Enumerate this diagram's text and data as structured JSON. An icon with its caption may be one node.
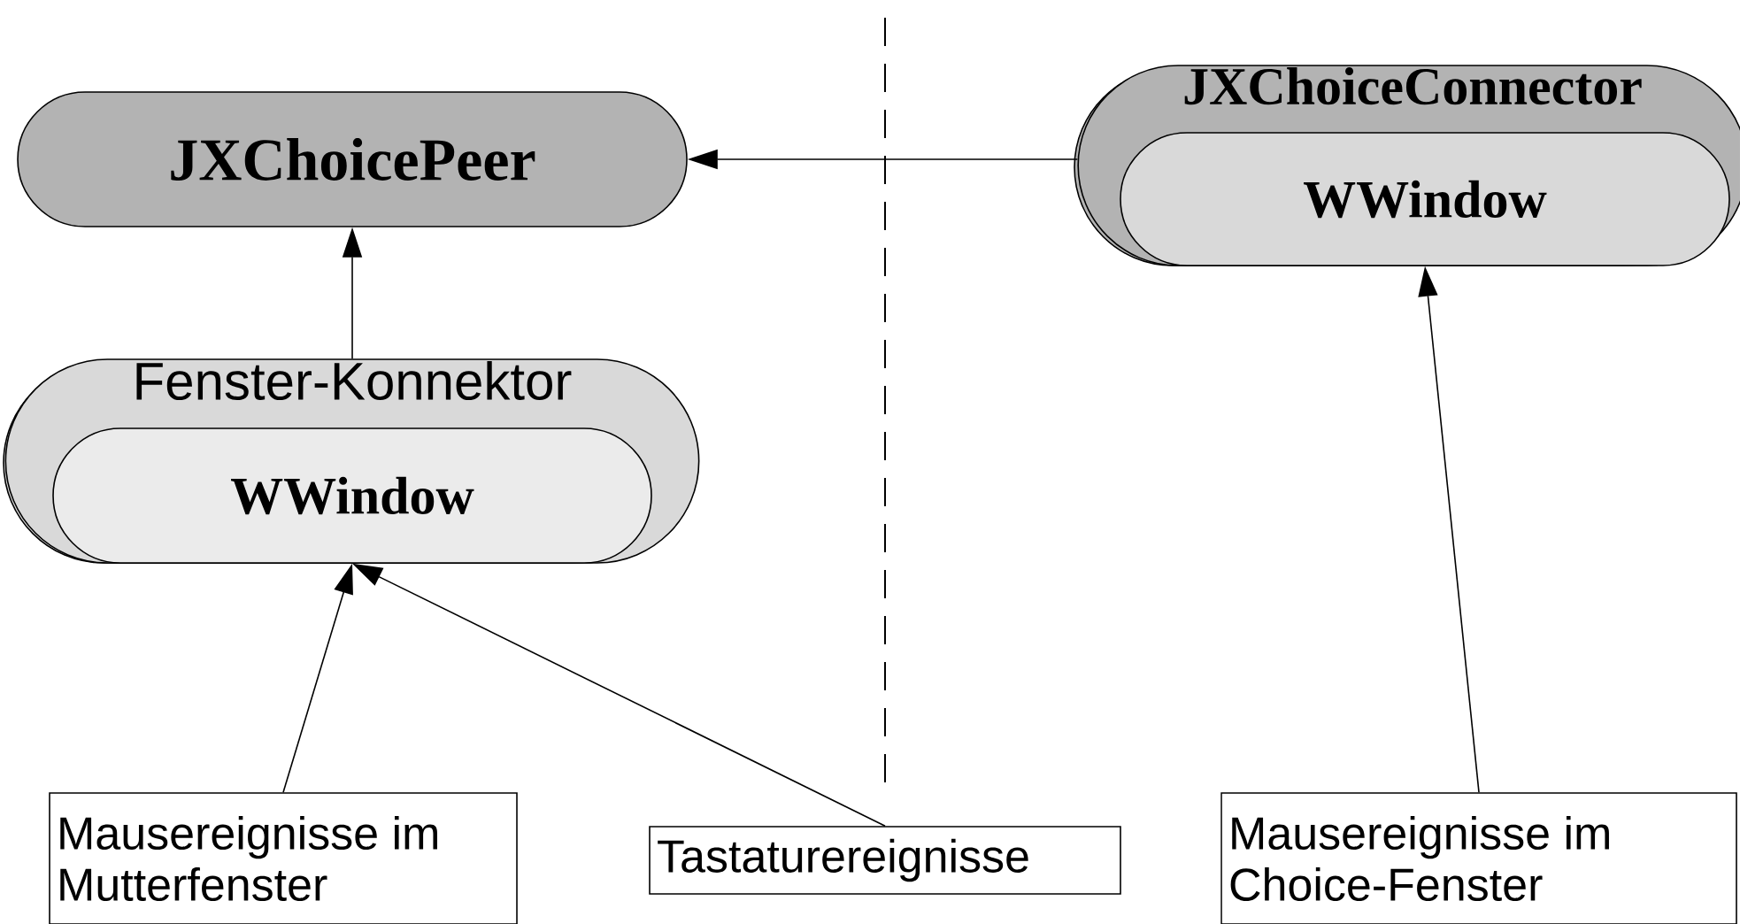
{
  "diagram": {
    "nodes": [
      {
        "text": [
          "JXChoicePeer"
        ]
      },
      {
        "text": [
          "Fenster-Konnektor"
        ]
      },
      {
        "text": [
          "WWindow"
        ],
        "in": 1
      },
      {
        "text": [
          "JXChoiceConnector"
        ]
      },
      {
        "text": [
          "WWindow"
        ],
        "in": 3
      },
      {
        "text": [
          "Mausereignisse im Mutterfenster"
        ]
      },
      {
        "text": [
          "Tastaturereignisse"
        ]
      },
      {
        "text": [
          "Mausereignisse im Choice-Fenster"
        ]
      }
    ],
    "edges": [
      {
        "from": 3,
        "to": 0,
        "arrow": "to"
      },
      {
        "from": 1,
        "to": 0,
        "arrow": "to"
      },
      {
        "from": 5,
        "to": 2,
        "arrow": "to"
      },
      {
        "from": 6,
        "to": 2,
        "arrow": "to"
      },
      {
        "from": 7,
        "to": 4,
        "arrow": "to"
      }
    ]
  }
}
